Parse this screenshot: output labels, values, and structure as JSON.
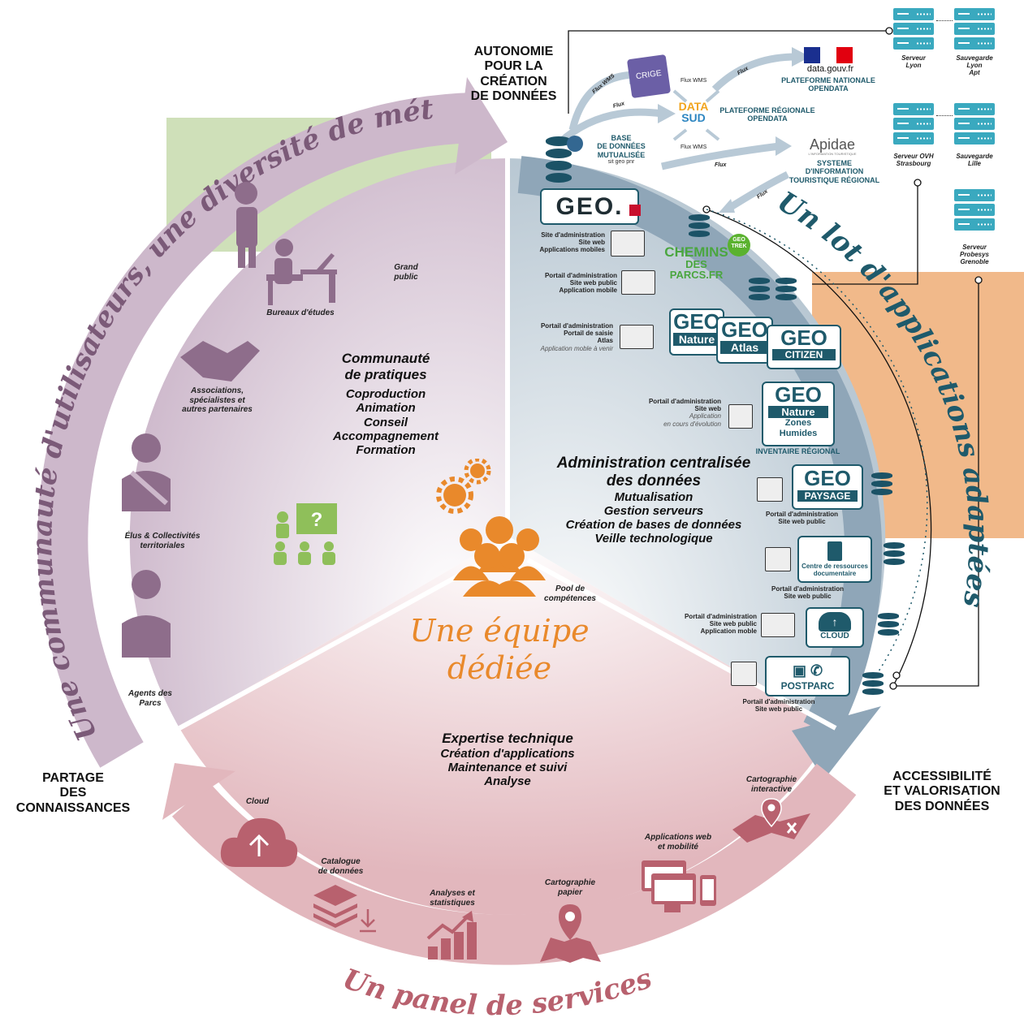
{
  "corners": {
    "autonomie": [
      "AUTONOMIE",
      "POUR LA",
      "CRÉATION",
      "DE DONNÉES"
    ],
    "partage": [
      "PARTAGE",
      "DES",
      "CONNAISSANCES"
    ],
    "accessibilite": [
      "ACCESSIBILITÉ",
      "ET VALORISATION",
      "DES DONNÉES"
    ]
  },
  "arcs": {
    "purple": "Une communauté d'utilisateurs, une diversité de métiers",
    "blue": "Un lot d'applications adaptées",
    "pink": "Un panel de services"
  },
  "data_flow": {
    "crige": "CRIGE",
    "flux_wms_1": "Flux WMS",
    "flux_1": "Flux",
    "flux_wms_2": "Flux WMS",
    "flux_wms_3": "Flux WMS",
    "flux_2": "Flux",
    "flux_3": "Flux",
    "flux_4": "Flux",
    "datagouv": "data.gouv.fr",
    "plateforme_nationale": [
      "PLATEFORME NATIONALE",
      "OPENDATA"
    ],
    "datasud": [
      "DATA",
      "SUD"
    ],
    "plateforme_regionale": [
      "PLATEFORME RÉGIONALE",
      "OPENDATA"
    ],
    "apidae": "Apidae",
    "apidae_sub": "L'INFORMATION TOURISTIQUE",
    "sit": [
      "SYSTEME",
      "D'INFORMATION",
      "TOURISTIQUE RÉGIONAL"
    ],
    "base": [
      "BASE",
      "DE DONNÉES",
      "MUTUALISÉE"
    ],
    "base_sub": "sit geo pnr"
  },
  "servers": [
    {
      "label": [
        "Serveur",
        "Lyon"
      ]
    },
    {
      "label": [
        "Sauvegarde",
        "Lyon",
        "Apt"
      ]
    },
    {
      "label": [
        "Serveur OVH",
        "Strasbourg"
      ]
    },
    {
      "label": [
        "Sauvegarde",
        "Lille"
      ]
    },
    {
      "label": [
        "Serveur",
        "Probesys",
        "Grenoble"
      ]
    }
  ],
  "apps": {
    "geo_logo": "GEO.",
    "geo_caption": [
      "Site d'administration",
      "Site web",
      "Applications mobiles"
    ],
    "chemins": [
      "CHEMINS",
      "DES PARCS.FR"
    ],
    "geotrek": [
      "GEO",
      "TREK"
    ],
    "chemins_caption": [
      "Portail d'administration",
      "Site web public",
      "Application mobile"
    ],
    "geonature_caption": [
      "Portail d'administration",
      "Portail de saisie",
      "Atlas",
      "Application moble à venir"
    ],
    "geonature": [
      "GEO",
      "Nature"
    ],
    "geoatlas": [
      "GEO",
      "Atlas"
    ],
    "geocitizen": [
      "GEO",
      "CITIZEN"
    ],
    "zh_caption": [
      "Portail d'administration",
      "Site web",
      "Application",
      "en cours d'évolution"
    ],
    "zh_logo": [
      "GEO",
      "Nature",
      "Zones",
      "Humides"
    ],
    "inventaire": "INVENTAIRE RÉGIONAL",
    "paysage": [
      "GEO",
      "PAYSAGE"
    ],
    "paysage_caption": [
      "Portail d'administration",
      "Site web public"
    ],
    "centre": [
      "Centre de ressources",
      "documentaire"
    ],
    "centre_caption": [
      "Portail d'administration",
      "Site web public"
    ],
    "cloud_caption": [
      "Portail d'administration",
      "Site web public",
      "Application moble"
    ],
    "cloud": "CLOUD",
    "postparc": "POSTPARC",
    "postparc_caption": [
      "Portail d'administration",
      "Site web public"
    ]
  },
  "users": {
    "grand_public": [
      "Grand",
      "public"
    ],
    "bureaux": "Bureaux d'études",
    "associations": [
      "Associations,",
      "spécialistes et",
      "autres partenaires"
    ],
    "elus": [
      "Élus & Collectivités",
      "territoriales"
    ],
    "agents": [
      "Agents des",
      "Parcs"
    ]
  },
  "center": {
    "communaute_title": [
      "Communauté",
      "de pratiques"
    ],
    "communaute_items": [
      "Coproduction",
      "Animation",
      "Conseil",
      "Accompagnement",
      "Formation"
    ],
    "admin_title": [
      "Administration centralisée",
      "des données"
    ],
    "admin_items": [
      "Mutualisation",
      "Gestion serveurs",
      "Création de bases de données",
      "Veille technologique"
    ],
    "pool": [
      "Pool de",
      "compétences"
    ],
    "equipe": [
      "Une équipe",
      "dédiée"
    ],
    "expertise_title": "Expertise technique",
    "expertise_items": [
      "Création d'applications",
      "Maintenance et suivi",
      "Analyse"
    ]
  },
  "services": {
    "cloud": "Cloud",
    "catalogue": [
      "Catalogue",
      "de données"
    ],
    "analyses": [
      "Analyses et",
      "statistiques"
    ],
    "carto_papier": [
      "Cartographie",
      "papier"
    ],
    "applications": [
      "Applications web",
      "et mobilité"
    ],
    "carto_interactive": [
      "Cartographie",
      "interactive"
    ]
  },
  "colors": {
    "purple": "#8e6d8b",
    "purple_light": "#cdb8cb",
    "teal": "#1f5a6b",
    "blue_arc": "#8fa6b8",
    "pink": "#b8616e",
    "pink_light": "#e2b7bd",
    "orange": "#e9892b",
    "green": "#8fbf5a",
    "green_bg": "#cfe0b9",
    "orange_bg": "#f1b98a",
    "server": "#3aa9bf"
  }
}
